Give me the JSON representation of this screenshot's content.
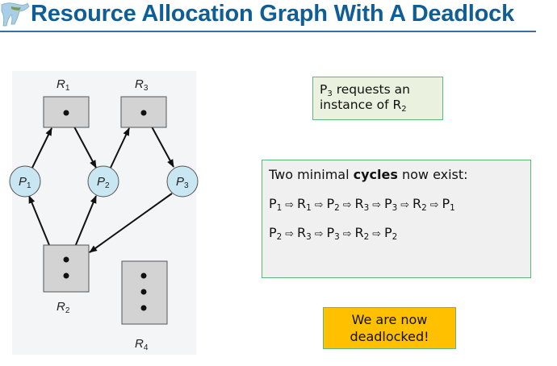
{
  "header": {
    "title": "Resource Allocation Graph With A Deadlock",
    "logo_icon": "dinosaur-logo-icon"
  },
  "graph": {
    "resources": [
      {
        "id": "R1",
        "name": "R",
        "sub": "1",
        "instances": 1
      },
      {
        "id": "R3",
        "name": "R",
        "sub": "3",
        "instances": 1
      },
      {
        "id": "R2",
        "name": "R",
        "sub": "2",
        "instances": 2
      },
      {
        "id": "R4",
        "name": "R",
        "sub": "4",
        "instances": 3
      }
    ],
    "processes": [
      {
        "id": "P1",
        "name": "P",
        "sub": "1"
      },
      {
        "id": "P2",
        "name": "P",
        "sub": "2"
      },
      {
        "id": "P3",
        "name": "P",
        "sub": "3"
      }
    ],
    "edges": [
      {
        "from": "P1",
        "to": "R1",
        "type": "request"
      },
      {
        "from": "R1",
        "to": "P2",
        "type": "assignment"
      },
      {
        "from": "P2",
        "to": "R3",
        "type": "request"
      },
      {
        "from": "R3",
        "to": "P3",
        "type": "assignment"
      },
      {
        "from": "R2",
        "to": "P1",
        "type": "assignment"
      },
      {
        "from": "R2",
        "to": "P2",
        "type": "assignment"
      },
      {
        "from": "P3",
        "to": "R2",
        "type": "request"
      }
    ],
    "colors": {
      "resource_fill": "#d3d3d3",
      "process_fill": "#c9e6f3",
      "edge": "#111111"
    }
  },
  "notes": {
    "request": {
      "text": "P",
      "sub": "3",
      "text2": " requests an",
      "line2": "instance of R",
      "sub2": "2"
    },
    "cycles": {
      "heading_pre": "Two minimal ",
      "heading_bold": "cycles",
      "heading_post": " now exist:",
      "arrow": "⇨",
      "cycle1": [
        {
          "n": "P",
          "s": "1"
        },
        {
          "n": "R",
          "s": "1"
        },
        {
          "n": "P",
          "s": "2"
        },
        {
          "n": "R",
          "s": "3"
        },
        {
          "n": "P",
          "s": "3"
        },
        {
          "n": "R",
          "s": "2"
        },
        {
          "n": "P",
          "s": "1"
        }
      ],
      "cycle2": [
        {
          "n": "P",
          "s": "2"
        },
        {
          "n": "R",
          "s": "3"
        },
        {
          "n": "P",
          "s": "3"
        },
        {
          "n": "R",
          "s": "2"
        },
        {
          "n": "P",
          "s": "2"
        }
      ]
    },
    "deadlock": {
      "line1": "We are now",
      "line2": "deadlocked!"
    }
  }
}
